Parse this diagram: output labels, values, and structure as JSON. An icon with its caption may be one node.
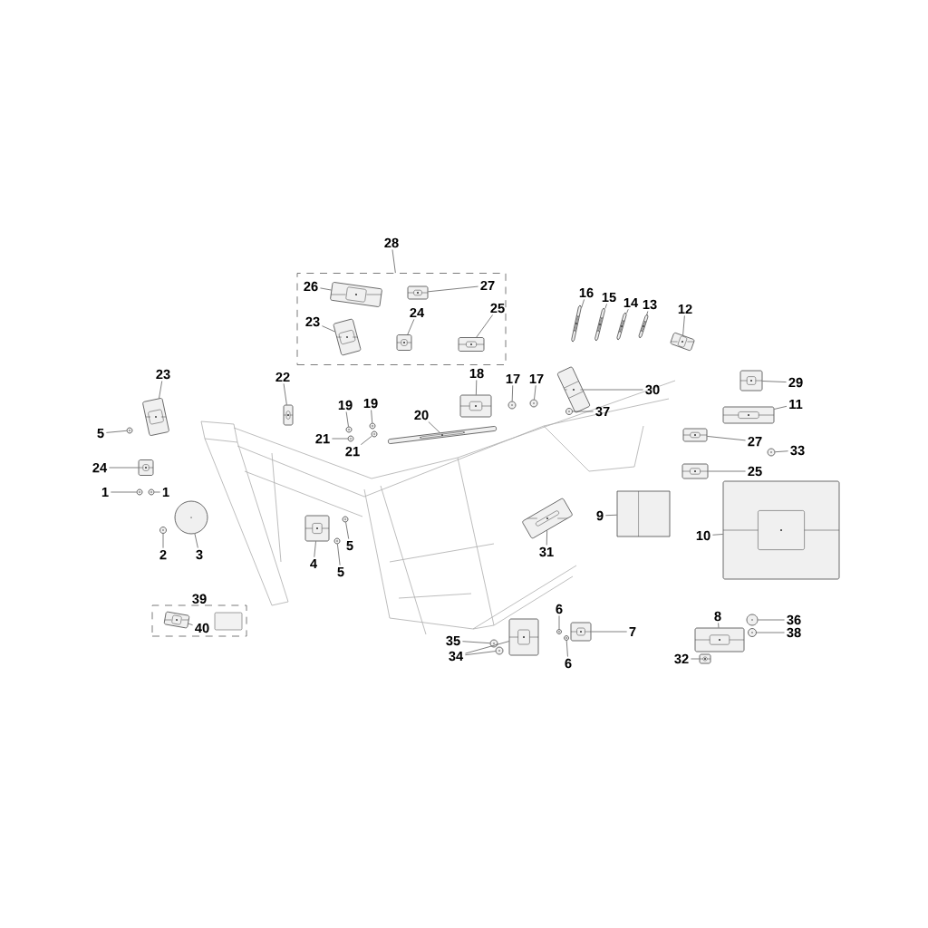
{
  "diagram": {
    "nodes": [
      {
        "text": [
          "28"
        ]
      },
      {
        "text": [],
        "shape": "box"
      },
      {
        "text": [
          "26"
        ],
        "in": 1
      },
      {
        "text": [],
        "shape": "picture",
        "in": 1
      },
      {
        "text": [
          "27"
        ],
        "in": 1
      },
      {
        "text": [],
        "shape": "picture",
        "in": 1
      },
      {
        "text": [
          "23"
        ],
        "in": 1
      },
      {
        "text": [],
        "shape": "picture",
        "in": 1
      },
      {
        "text": [
          "24"
        ],
        "in": 1
      },
      {
        "text": [],
        "shape": "picture",
        "in": 1
      },
      {
        "text": [
          "25"
        ],
        "in": 1
      },
      {
        "text": [],
        "shape": "picture",
        "in": 1
      },
      {
        "text": [
          "23"
        ]
      },
      {
        "text": [],
        "shape": "picture"
      },
      {
        "text": [
          "5"
        ]
      },
      {
        "text": [],
        "shape": "circle"
      },
      {
        "text": [
          "24"
        ]
      },
      {
        "text": [],
        "shape": "picture"
      },
      {
        "text": [
          "1"
        ]
      },
      {
        "text": [],
        "shape": "circle"
      },
      {
        "text": [
          "1"
        ]
      },
      {
        "text": [],
        "shape": "circle"
      },
      {
        "text": [
          "2"
        ]
      },
      {
        "text": [],
        "shape": "circle"
      },
      {
        "text": [
          "3"
        ]
      },
      {
        "text": [],
        "shape": "circle"
      },
      {
        "text": [
          "4"
        ]
      },
      {
        "text": [],
        "shape": "picture"
      },
      {
        "text": [
          "5"
        ]
      },
      {
        "text": [],
        "shape": "circle"
      },
      {
        "text": [
          "5"
        ]
      },
      {
        "text": [],
        "shape": "circle"
      },
      {
        "text": [
          "22"
        ]
      },
      {
        "text": [],
        "shape": "picture"
      },
      {
        "text": [
          "19"
        ]
      },
      {
        "text": [],
        "shape": "circle"
      },
      {
        "text": [
          "19"
        ]
      },
      {
        "text": [],
        "shape": "circle"
      },
      {
        "text": [
          "21"
        ]
      },
      {
        "text": [],
        "shape": "circle"
      },
      {
        "text": [
          "21"
        ]
      },
      {
        "text": [],
        "shape": "circle"
      },
      {
        "text": [
          "20"
        ]
      },
      {
        "text": [],
        "shape": "picture"
      },
      {
        "text": [
          "18"
        ]
      },
      {
        "text": [],
        "shape": "picture"
      },
      {
        "text": [
          "17"
        ]
      },
      {
        "text": [],
        "shape": "circle"
      },
      {
        "text": [
          "17"
        ]
      },
      {
        "text": [],
        "shape": "circle"
      },
      {
        "text": [
          "16"
        ]
      },
      {
        "text": [],
        "shape": "picture"
      },
      {
        "text": [
          "15"
        ]
      },
      {
        "text": [],
        "shape": "picture"
      },
      {
        "text": [
          "14"
        ]
      },
      {
        "text": [],
        "shape": "picture"
      },
      {
        "text": [
          "13"
        ]
      },
      {
        "text": [],
        "shape": "picture"
      },
      {
        "text": [
          "12"
        ]
      },
      {
        "text": [],
        "shape": "picture"
      },
      {
        "text": [
          "30"
        ]
      },
      {
        "text": [],
        "shape": "picture"
      },
      {
        "text": [
          "37"
        ]
      },
      {
        "text": [],
        "shape": "circle"
      },
      {
        "text": [
          "29"
        ]
      },
      {
        "text": [],
        "shape": "picture"
      },
      {
        "text": [
          "11"
        ]
      },
      {
        "text": [],
        "shape": "picture"
      },
      {
        "text": [
          "27"
        ]
      },
      {
        "text": [],
        "shape": "picture"
      },
      {
        "text": [
          "33"
        ]
      },
      {
        "text": [],
        "shape": "circle"
      },
      {
        "text": [
          "25"
        ]
      },
      {
        "text": [],
        "shape": "picture"
      },
      {
        "text": [
          "9"
        ]
      },
      {
        "text": [],
        "shape": "box"
      },
      {
        "text": [
          "10"
        ]
      },
      {
        "text": [],
        "shape": "picture"
      },
      {
        "text": [
          "31"
        ]
      },
      {
        "text": [],
        "shape": "picture"
      },
      {
        "text": [
          "7"
        ]
      },
      {
        "text": [],
        "shape": "picture"
      },
      {
        "text": [
          "6"
        ]
      },
      {
        "text": [],
        "shape": "circle"
      },
      {
        "text": [
          "6"
        ]
      },
      {
        "text": [],
        "shape": "circle"
      },
      {
        "text": [
          "35"
        ]
      },
      {
        "text": [],
        "shape": "circle"
      },
      {
        "text": [
          "34"
        ]
      },
      {
        "text": [],
        "shape": "circle"
      },
      {
        "text": [],
        "shape": "picture"
      },
      {
        "text": [
          "8"
        ]
      },
      {
        "text": [],
        "shape": "picture"
      },
      {
        "text": [
          "36"
        ]
      },
      {
        "text": [],
        "shape": "circle"
      },
      {
        "text": [
          "38"
        ]
      },
      {
        "text": [],
        "shape": "circle"
      },
      {
        "text": [
          "32"
        ]
      },
      {
        "text": [],
        "shape": "picture"
      },
      {
        "text": [
          "39"
        ]
      },
      {
        "text": [
          "40"
        ],
        "in": 99
      },
      {
        "text": [],
        "shape": "picture",
        "in": 99
      }
    ],
    "edges": [
      {
        "from": 0,
        "to": 1,
        "arrow": "none"
      },
      {
        "from": 2,
        "to": 3,
        "arrow": "none"
      },
      {
        "from": 4,
        "to": 5,
        "arrow": "none"
      },
      {
        "from": 6,
        "to": 7,
        "arrow": "none"
      },
      {
        "from": 8,
        "to": 9,
        "arrow": "none"
      },
      {
        "from": 10,
        "to": 11,
        "arrow": "none"
      },
      {
        "from": 12,
        "to": 13,
        "arrow": "none"
      },
      {
        "from": 14,
        "to": 15,
        "arrow": "none"
      },
      {
        "from": 16,
        "to": 17,
        "arrow": "none"
      },
      {
        "from": 18,
        "to": 19,
        "arrow": "none"
      },
      {
        "from": 20,
        "to": 21,
        "arrow": "none"
      },
      {
        "from": 22,
        "to": 23,
        "arrow": "none"
      },
      {
        "from": 24,
        "to": 25,
        "arrow": "none"
      },
      {
        "from": 26,
        "to": 27,
        "arrow": "none"
      },
      {
        "from": 28,
        "to": 29,
        "arrow": "none"
      },
      {
        "from": 30,
        "to": 31,
        "arrow": "none"
      },
      {
        "from": 32,
        "to": 33,
        "arrow": "none"
      },
      {
        "from": 34,
        "to": 35,
        "arrow": "none"
      },
      {
        "from": 36,
        "to": 37,
        "arrow": "none"
      },
      {
        "from": 38,
        "to": 39,
        "arrow": "none"
      },
      {
        "from": 40,
        "to": 41,
        "arrow": "none"
      },
      {
        "from": 42,
        "to": 43,
        "arrow": "none"
      },
      {
        "from": 44,
        "to": 45,
        "arrow": "none"
      },
      {
        "from": 46,
        "to": 47,
        "arrow": "none"
      },
      {
        "from": 48,
        "to": 49,
        "arrow": "none"
      },
      {
        "from": 50,
        "to": 51,
        "arrow": "none"
      },
      {
        "from": 52,
        "to": 53,
        "arrow": "none"
      },
      {
        "from": 54,
        "to": 55,
        "arrow": "none"
      },
      {
        "from": 56,
        "to": 57,
        "arrow": "none"
      },
      {
        "from": 58,
        "to": 59,
        "arrow": "none"
      },
      {
        "from": 60,
        "to": 61,
        "arrow": "none"
      },
      {
        "from": 62,
        "to": 63,
        "arrow": "none"
      },
      {
        "from": 64,
        "to": 65,
        "arrow": "none"
      },
      {
        "from": 66,
        "to": 67,
        "arrow": "none"
      },
      {
        "from": 68,
        "to": 69,
        "arrow": "none"
      },
      {
        "from": 70,
        "to": 71,
        "arrow": "none"
      },
      {
        "from": 72,
        "to": 73,
        "arrow": "none"
      },
      {
        "from": 74,
        "to": 75,
        "arrow": "none"
      },
      {
        "from": 76,
        "to": 77,
        "arrow": "none"
      },
      {
        "from": 78,
        "to": 79,
        "arrow": "none"
      },
      {
        "from": 80,
        "to": 81,
        "arrow": "none"
      },
      {
        "from": 82,
        "to": 83,
        "arrow": "none"
      },
      {
        "from": 84,
        "to": 85,
        "arrow": "none"
      },
      {
        "from": 86,
        "to": 87,
        "arrow": "none"
      },
      {
        "from": 88,
        "to": 89,
        "arrow": "none"
      },
      {
        "from": 88,
        "to": 90,
        "arrow": "none"
      },
      {
        "from": 91,
        "to": 92,
        "arrow": "none"
      },
      {
        "from": 93,
        "to": 94,
        "arrow": "none"
      },
      {
        "from": 95,
        "to": 96,
        "arrow": "none"
      },
      {
        "from": 97,
        "to": 98,
        "arrow": "none"
      },
      {
        "from": 100,
        "to": 101,
        "arrow": "none"
      }
    ]
  }
}
